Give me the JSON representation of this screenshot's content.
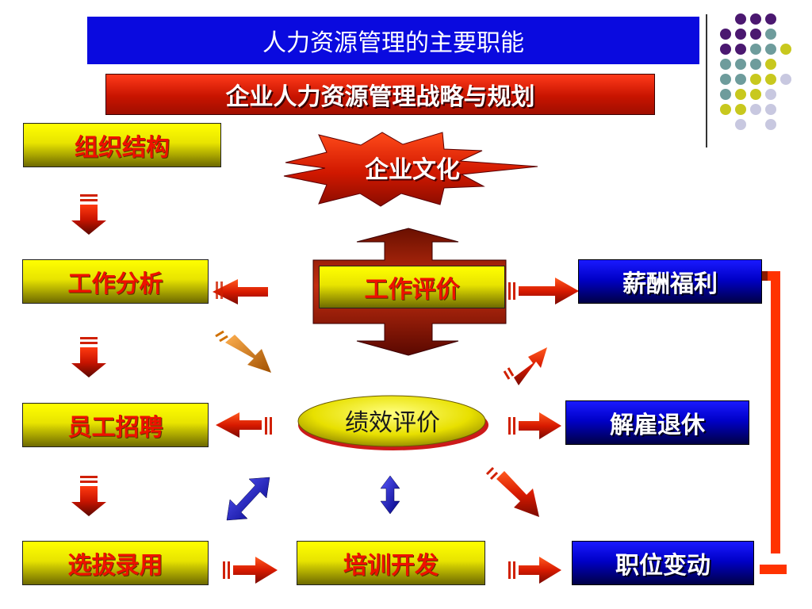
{
  "slide_title": "人力资源管理的主要职能",
  "strategy_banner": "企业人力资源管理战略与规划",
  "culture_star": "企业文化",
  "left_column": [
    "组织结构",
    "工作分析",
    "员工招聘",
    "选拔录用"
  ],
  "center": {
    "job_evaluation": "工作评价",
    "performance_evaluation": "绩效评价",
    "training": "培训开发"
  },
  "right_column": [
    "薪酬福利",
    "解雇退休",
    "职位变动"
  ],
  "colors": {
    "title_blue": "#0a0adf",
    "banner_red": "#c81400",
    "box_yellow": "#ffff00",
    "box_text_red": "#ee1100",
    "box_blue": "#0000c8",
    "connector_orange": "#ff3300",
    "dot_purple": "#4b1870",
    "dot_teal": "#6e9c9c",
    "dot_yellow": "#c8c81e",
    "dot_lavender": "#c8c8e0"
  }
}
